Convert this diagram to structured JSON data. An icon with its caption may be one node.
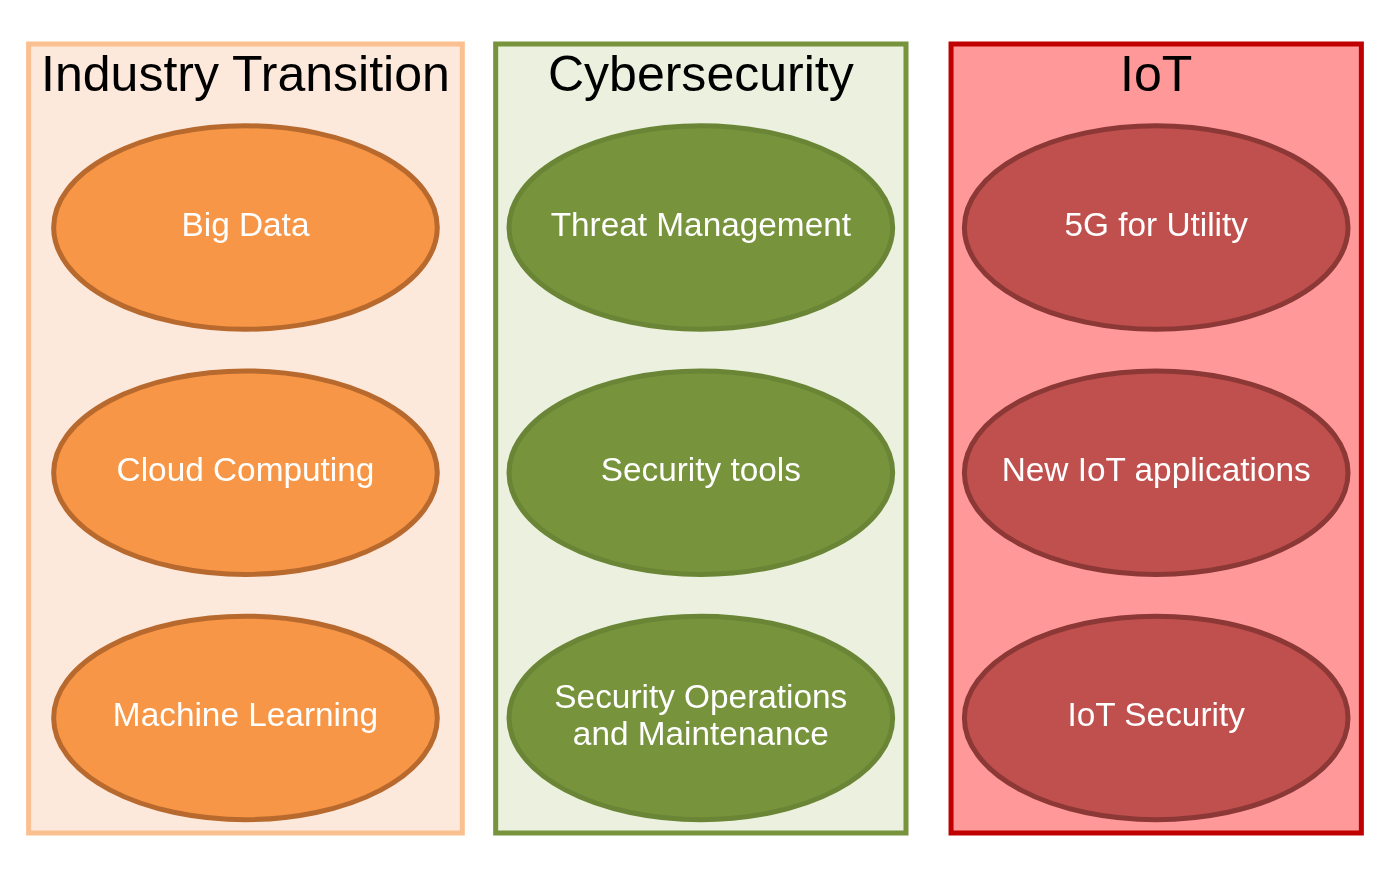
{
  "diagram": {
    "nodes": [
      {
        "text": [
          "Industry Transition"
        ]
      },
      {
        "text": [
          "Big Data"
        ],
        "in": 0
      },
      {
        "text": [
          "Cloud Computing"
        ],
        "in": 0
      },
      {
        "text": [
          "Machine Learning"
        ],
        "in": 0
      },
      {
        "text": [
          "Cybersecurity"
        ]
      },
      {
        "text": [
          "Threat Management"
        ],
        "in": 4
      },
      {
        "text": [
          "Security tools"
        ],
        "in": 4
      },
      {
        "text": [
          "Security Operations and Maintenance"
        ],
        "in": 4
      },
      {
        "text": [
          "IoT"
        ]
      },
      {
        "text": [
          "5G for Utility"
        ],
        "in": 8
      },
      {
        "text": [
          "New IoT applications"
        ],
        "in": 8
      },
      {
        "text": [
          "IoT Security"
        ],
        "in": 8
      }
    ]
  }
}
